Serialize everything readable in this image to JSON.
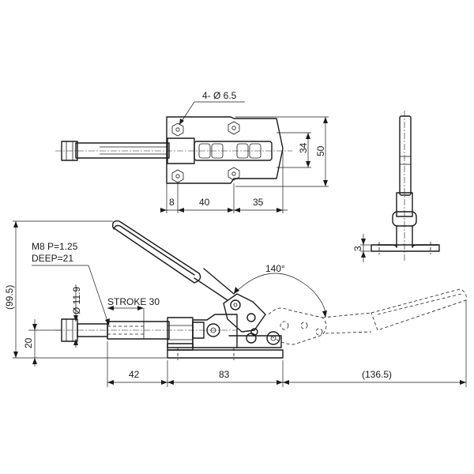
{
  "labels": {
    "hole_spec": "4- Ø 6.5",
    "width_34": "34",
    "width_50": "50",
    "dim_8": "8",
    "dim_40": "40",
    "dim_35": "35",
    "thickness_3": "3",
    "angle": "140°",
    "thread": "M8 P=1.25",
    "deep": "DEEP=21",
    "rod_dia": "Ø 11.9",
    "stroke": "STROKE 30",
    "height_total": "(99.5)",
    "height_20": "20",
    "len_42": "42",
    "len_83": "83",
    "len_136": "(136.5)"
  }
}
